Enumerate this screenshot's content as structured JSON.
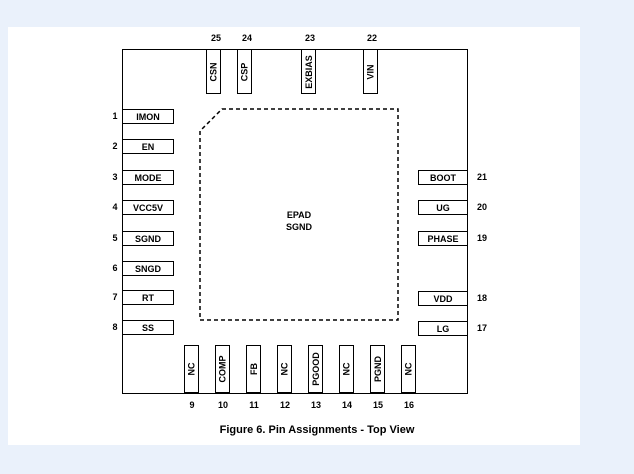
{
  "epad": {
    "line1": "EPAD",
    "line2": "SGND"
  },
  "caption": "Figure 6. Pin Assignments - Top View",
  "left_pins": [
    {
      "num": "1",
      "name": "IMON"
    },
    {
      "num": "2",
      "name": "EN"
    },
    {
      "num": "3",
      "name": "MODE"
    },
    {
      "num": "4",
      "name": "VCC5V"
    },
    {
      "num": "5",
      "name": "SGND"
    },
    {
      "num": "6",
      "name": "SNGD"
    },
    {
      "num": "7",
      "name": "RT"
    },
    {
      "num": "8",
      "name": "SS"
    }
  ],
  "bottom_pins": [
    {
      "num": "9",
      "name": "NC"
    },
    {
      "num": "10",
      "name": "COMP"
    },
    {
      "num": "11",
      "name": "FB"
    },
    {
      "num": "12",
      "name": "NC"
    },
    {
      "num": "13",
      "name": "PGOOD"
    },
    {
      "num": "14",
      "name": "NC"
    },
    {
      "num": "15",
      "name": "PGND"
    },
    {
      "num": "16",
      "name": "NC"
    }
  ],
  "right_pins": [
    {
      "num": "21",
      "name": "BOOT"
    },
    {
      "num": "20",
      "name": "UG"
    },
    {
      "num": "19",
      "name": "PHASE"
    },
    {
      "num": "18",
      "name": "VDD"
    },
    {
      "num": "17",
      "name": "LG"
    }
  ],
  "top_pins": [
    {
      "num": "25",
      "name": "CSN"
    },
    {
      "num": "24",
      "name": "CSP"
    },
    {
      "num": "23",
      "name": "EXBIAS"
    },
    {
      "num": "22",
      "name": "VIN"
    }
  ]
}
